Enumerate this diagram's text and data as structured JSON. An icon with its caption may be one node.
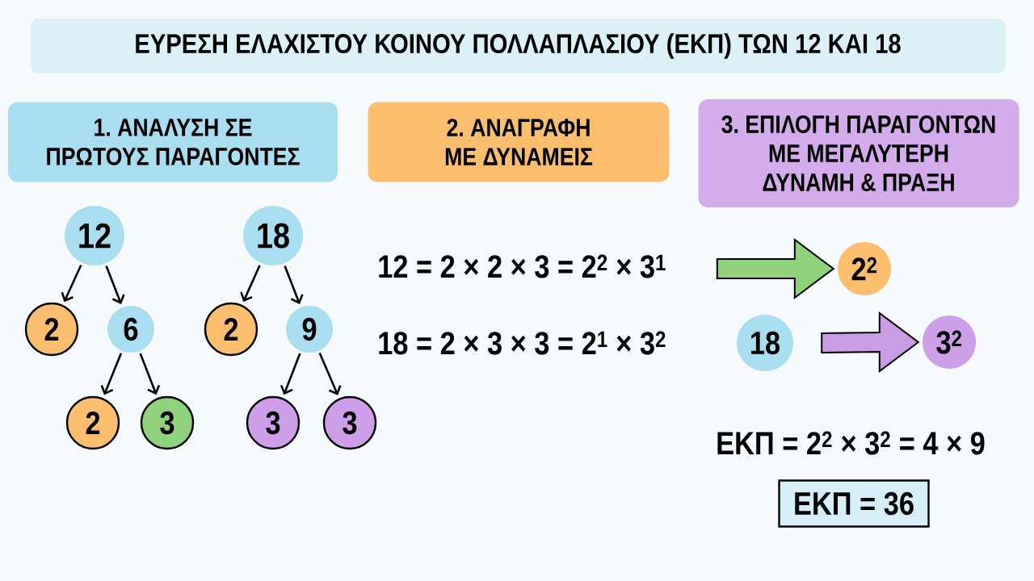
{
  "diagram": {
    "title": "ΕΥΡΕΣΗ ΕΛΑΧΙΣΤΟΥ ΚΟΙΝΟΥ ΠΟΛΛΑΠΛΑΣΙΟΥ (ΕΚΠ) ΤΩΝ 12 ΚΑΙ 18",
    "nodes": [
      {
        "text": [
          "1. ΑΝΑΛΥΣΗ ΣΕ ΠΡΩΤΟΥΣ ΠΑΡΑΓΟΝΤΕΣ"
        ]
      },
      {
        "text": [
          "2. ΑΝΑΓΡΑΦΗ ΜΕ ΔΥΝΑΜΕΙΣ"
        ]
      },
      {
        "text": [
          "3. ΕΠΙΛΟΓΗ ΠΑΡΑΓΟΝΤΩΝ ΜΕ ΜΕΓΑΛΥΤΕΡΗ ΔΥΝΑΜΗ & ΠΡΑΞΗ"
        ]
      },
      {
        "text": [
          "12"
        ]
      },
      {
        "text": [
          "18"
        ]
      },
      {
        "text": [
          "2"
        ]
      },
      {
        "text": [
          "6"
        ]
      },
      {
        "text": [
          "2"
        ]
      },
      {
        "text": [
          "9"
        ]
      },
      {
        "text": [
          "2"
        ]
      },
      {
        "text": [
          "3"
        ]
      },
      {
        "text": [
          "3"
        ]
      },
      {
        "text": [
          "3"
        ]
      },
      {
        "text": [
          "2$^{2}$"
        ]
      },
      {
        "text": [
          "18"
        ]
      },
      {
        "text": [
          "3$^{2}$"
        ]
      },
      {
        "text": [
          "ΕΚΠ = 36"
        ]
      }
    ],
    "edges": [
      {
        "from": 3,
        "to": 5,
        "arrow": "to"
      },
      {
        "from": 3,
        "to": 6,
        "arrow": "to"
      },
      {
        "from": 4,
        "to": 7,
        "arrow": "to"
      },
      {
        "from": 4,
        "to": 8,
        "arrow": "to"
      },
      {
        "from": 6,
        "to": 9,
        "arrow": "to"
      },
      {
        "from": 6,
        "to": 10,
        "arrow": "to"
      },
      {
        "from": 8,
        "to": 11,
        "arrow": "to"
      },
      {
        "from": 8,
        "to": 12,
        "arrow": "to"
      },
      {
        "from": null,
        "to": 13,
        "arrow": "to",
        "style": "thick",
        "color": "#8fd27b"
      },
      {
        "from": 14,
        "to": 15,
        "arrow": "to",
        "style": "thick",
        "color": "#c99de6"
      }
    ],
    "labels": [
      "12 = 2 × 2 × 3 = 2$^{2}$ × 3$^{1}$",
      "18 = 2 × 3 × 3 = 2$^{1}$ × 3$^{2}$",
      "ΕΚΠ = 2$^{2}$ × 3$^{2}$ = 4 × 9"
    ]
  }
}
